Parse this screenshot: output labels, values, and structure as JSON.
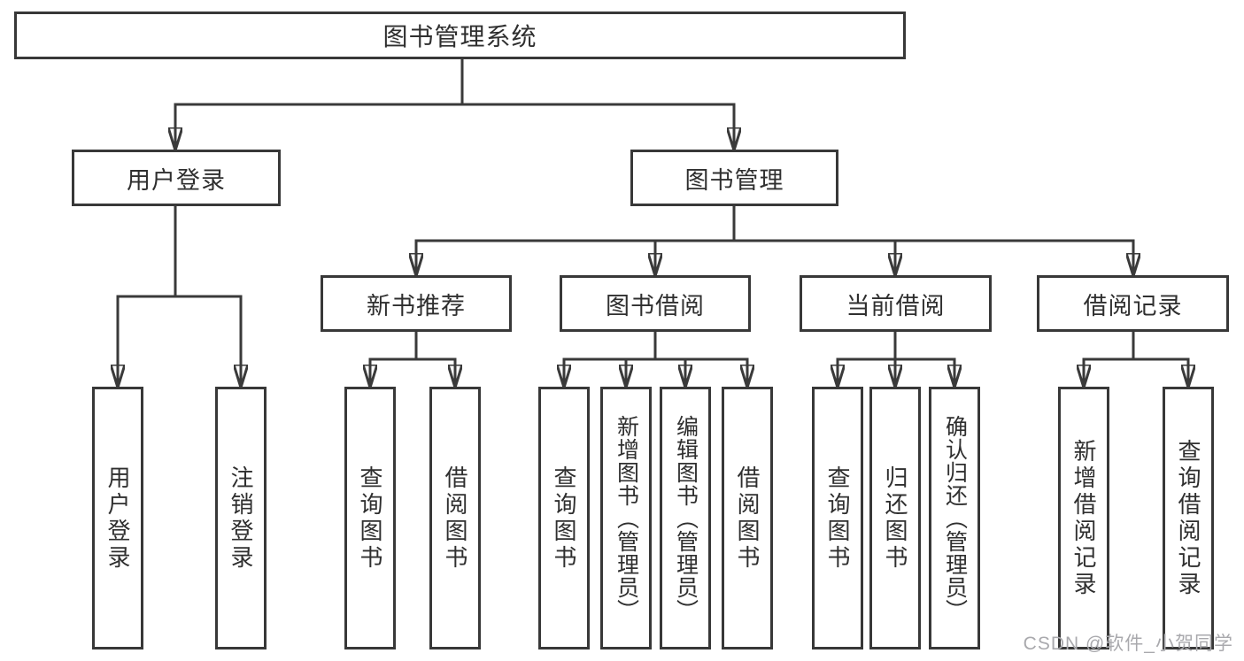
{
  "diagram": {
    "root": "图书管理系统",
    "level2": [
      "用户登录",
      "图书管理"
    ],
    "level3": [
      "新书推荐",
      "图书借阅",
      "当前借阅",
      "借阅记录"
    ],
    "leaves": {
      "user_login": [
        "用户登录",
        "注销登录"
      ],
      "new_book_recommend": [
        "查询图书",
        "借阅图书"
      ],
      "book_borrowing": [
        "查询图书",
        "新增图书（管理员）",
        "编辑图书（管理员）",
        "借阅图书"
      ],
      "current_borrowing": [
        "查询图书",
        "归还图书",
        "确认归还（管理员）"
      ],
      "borrowing_records": [
        "新增借阅记录",
        "查询借阅记录"
      ]
    },
    "watermark": "CSDN @软件_小贺同学",
    "colors": {
      "line": "#3a3a3a",
      "text": "#2f2f2f",
      "watermark": "#a9a9ad",
      "background": "#ffffff"
    }
  }
}
